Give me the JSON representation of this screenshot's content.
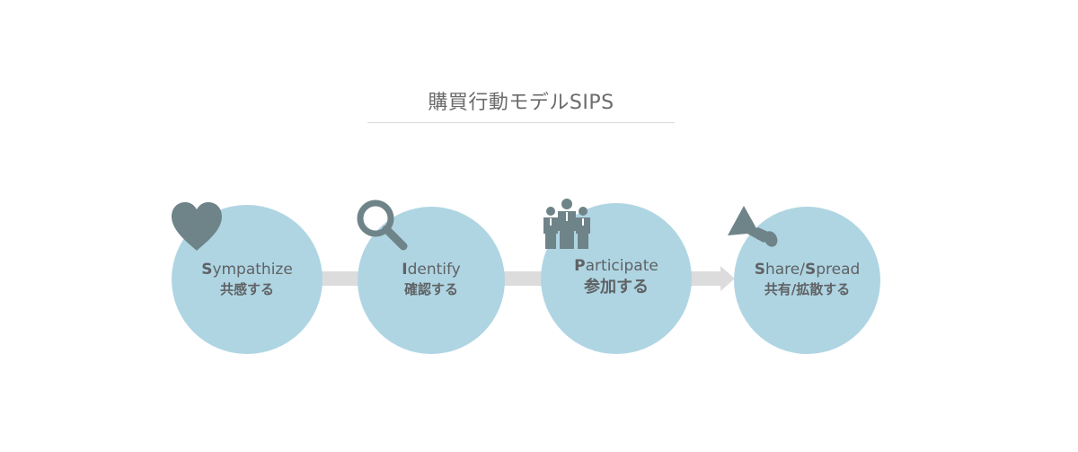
{
  "title": "購買行動モデルSIPS",
  "steps": [
    {
      "initial": "S",
      "rest": "ympathize",
      "jp": "共感する",
      "icon": "heart-icon"
    },
    {
      "initial": "I",
      "rest": "dentify",
      "jp": "確認する",
      "icon": "magnifier-icon"
    },
    {
      "initial": "P",
      "rest": "articipate",
      "jp": "参加する",
      "icon": "people-icon"
    },
    {
      "initial": "S",
      "rest": "hare/",
      "initial2": "S",
      "rest2": "pread",
      "jp": "共有/拡散する",
      "icon": "megaphone-icon"
    }
  ],
  "colors": {
    "circle": "#afd5e3",
    "icon": "#6f8488",
    "arrow": "#dcdcdc",
    "text": "#5f6264"
  }
}
